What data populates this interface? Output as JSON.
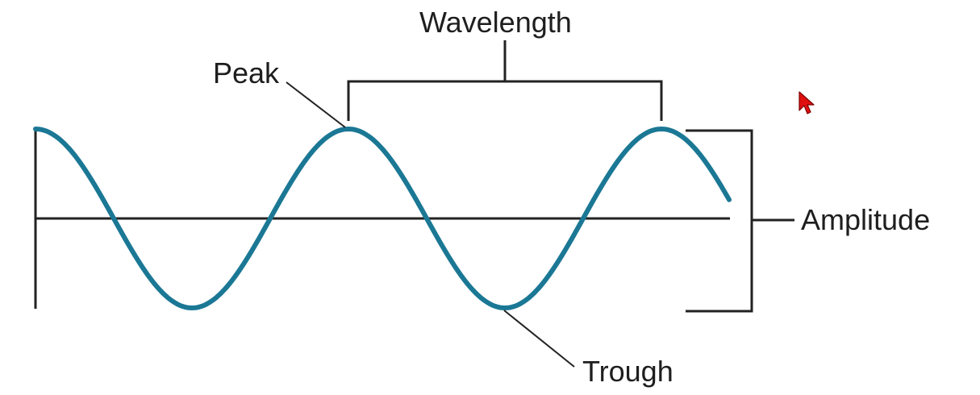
{
  "labels": {
    "wavelength": "Wavelength",
    "peak": "Peak",
    "amplitude": "Amplitude",
    "trough": "Trough"
  },
  "colors": {
    "wave": "#1b7895",
    "lines": "#222222",
    "text": "#1e1e1e",
    "cursor": "#e01010"
  },
  "icons": {
    "cursor": "mouse-pointer-icon"
  }
}
